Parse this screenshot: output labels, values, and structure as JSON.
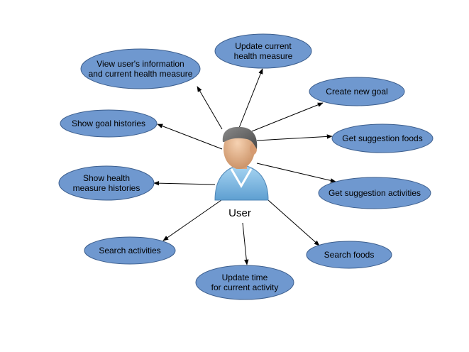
{
  "actor": {
    "label": "User"
  },
  "use_cases": [
    {
      "id": "update-current-health-measure",
      "lines": [
        "Update current",
        "health measure"
      ]
    },
    {
      "id": "view-users-information",
      "lines": [
        "View user's information",
        "and current health measure"
      ]
    },
    {
      "id": "create-new-goal",
      "lines": [
        "Create new goal"
      ]
    },
    {
      "id": "show-goal-histories",
      "lines": [
        "Show goal histories"
      ]
    },
    {
      "id": "get-suggestion-foods",
      "lines": [
        "Get suggestion foods"
      ]
    },
    {
      "id": "show-health-measure-histories",
      "lines": [
        "Show health",
        "measure histories"
      ]
    },
    {
      "id": "get-suggestion-activities",
      "lines": [
        "Get suggestion activities"
      ]
    },
    {
      "id": "search-activities",
      "lines": [
        "Search activities"
      ]
    },
    {
      "id": "search-foods",
      "lines": [
        "Search foods"
      ]
    },
    {
      "id": "update-time-for-current-activity",
      "lines": [
        "Update time",
        "for current activity"
      ]
    }
  ],
  "colors": {
    "ellipse_fill": "#6f98cf",
    "ellipse_stroke": "#3d5f8e",
    "arrow": "#000000",
    "skin": "#e8b78f",
    "hair": "#6b6b6b",
    "shirt": "#8cc3ea"
  }
}
